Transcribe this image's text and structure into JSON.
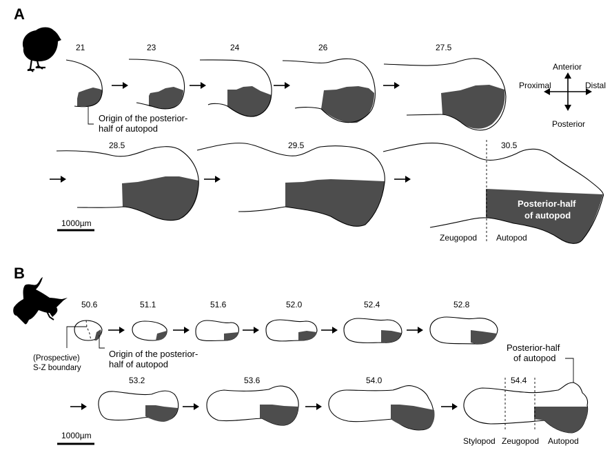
{
  "colors": {
    "shade": "#4d4d4d",
    "line": "#000000",
    "background": "#ffffff"
  },
  "panel_a": {
    "label": "A",
    "organism_icon": "chick-silhouette-icon",
    "stages": [
      "21",
      "23",
      "24",
      "26",
      "27.5",
      "28.5",
      "29.5",
      "30.5"
    ],
    "origin_annotation": [
      "Origin of the posterior-",
      "half of autopod"
    ],
    "posterior_half_annotation": [
      "Posterior-half",
      "of autopod"
    ],
    "region_labels": [
      "Zeugopod",
      "Autopod"
    ],
    "scale_bar": "1000µm",
    "axes": {
      "anterior": "Anterior",
      "posterior": "Posterior",
      "proximal": "Proximal",
      "distal": "Distal"
    }
  },
  "panel_b": {
    "label": "B",
    "organism_icon": "frog-silhouette-icon",
    "stages": [
      "50.6",
      "51.1",
      "51.6",
      "52.0",
      "52.4",
      "52.8",
      "53.2",
      "53.6",
      "54.0",
      "54.4"
    ],
    "boundary_annotation": [
      "(Prospective)",
      "S-Z boundary"
    ],
    "origin_annotation": [
      "Origin of the posterior-",
      "half of autopod"
    ],
    "posterior_half_annotation": [
      "Posterior-half",
      "of autopod"
    ],
    "region_labels": [
      "Stylopod",
      "Zeugopod",
      "Autopod"
    ],
    "scale_bar": "1000µm"
  }
}
